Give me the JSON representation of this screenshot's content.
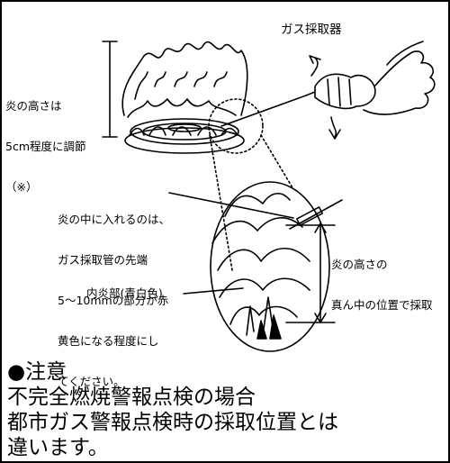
{
  "labels": {
    "gas_sampler": "ガス採取器",
    "flame_height": [
      "炎の高さは",
      "5cm程度に調節",
      "（※）"
    ],
    "insert_instruction": [
      "炎の中に入れるのは、",
      "ガス採取管の先端",
      "5〜10mmの部分が赤",
      "黄色になる程度にし",
      "てください。"
    ],
    "sampling_position": [
      "炎の高さの",
      "真ん中の位置で採取"
    ],
    "inner_flame": "内炎部(青白色)"
  },
  "notice": {
    "title": "●注意",
    "lines": [
      "不完全燃焼警報点検の場合",
      "都市ガス警報点検時の採取位置とは",
      "違います。"
    ]
  }
}
